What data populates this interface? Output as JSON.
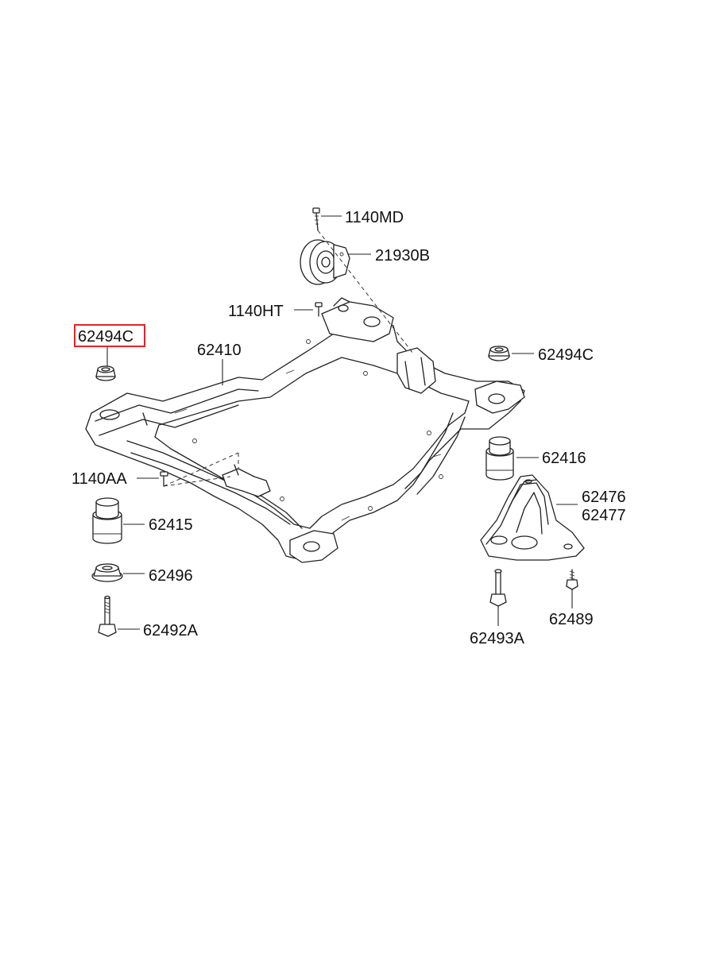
{
  "parts": {
    "p_1140MD": "1140MD",
    "p_21930B": "21930B",
    "p_1140HT": "1140HT",
    "p_62494C_left": "62494C",
    "p_62494C_right": "62494C",
    "p_62410": "62410",
    "p_62416": "62416",
    "p_1140AA": "1140AA",
    "p_62476": "62476",
    "p_62477": "62477",
    "p_62415": "62415",
    "p_62496": "62496",
    "p_62492A": "62492A",
    "p_62489": "62489",
    "p_62493A": "62493A"
  },
  "highlight": {
    "part": "62494C",
    "color": "#e0262b"
  }
}
